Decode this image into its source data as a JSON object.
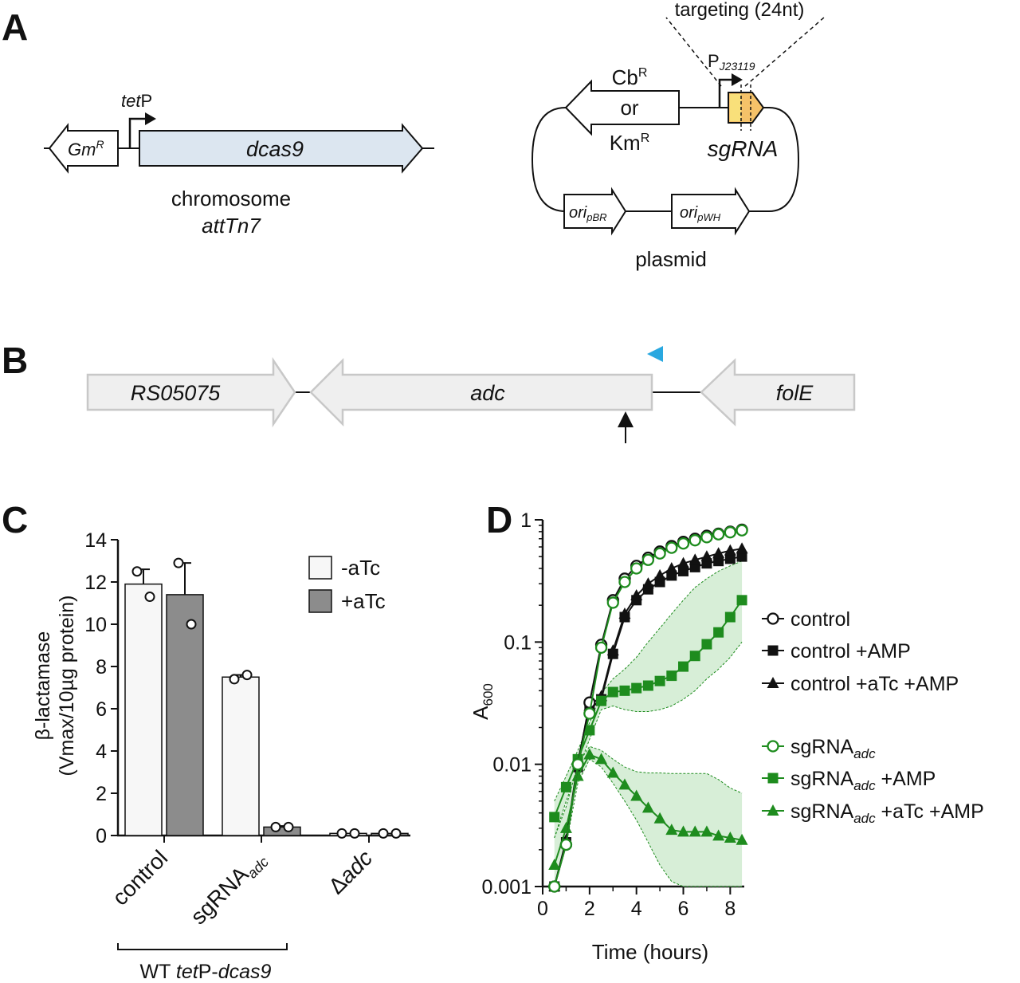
{
  "panel_letters": {
    "a": "A",
    "b": "B",
    "c": "C",
    "d": "D"
  },
  "panel_a": {
    "gm_label": "Gm",
    "gm_sup": "R",
    "promoter_prefix": "tet",
    "promoter_suffix": "P",
    "dcas9_label": "dcas9",
    "chromosome_line1": "chromosome",
    "chromosome_line2": "attTn7",
    "targeting_label": "targeting (24nt)",
    "pj_prefix": "P",
    "pj_sub": "J23119",
    "cb_label": "Cb",
    "cb_sup": "R",
    "or_label": "or",
    "km_label": "Km",
    "km_sup": "R",
    "sgrna_label": "sgRNA",
    "ori1_prefix": "ori",
    "ori1_sub": "pBR",
    "ori2_prefix": "ori",
    "ori2_sub": "pWH",
    "plasmid_label": "plasmid",
    "colors": {
      "dcas9_fill": "#dce6f0",
      "sgrna_fill": "#f5c269"
    }
  },
  "panel_b": {
    "genes": [
      "RS05075",
      "adc",
      "folE"
    ],
    "colors": {
      "gene_fill": "#efefef",
      "gene_stroke": "#c8c8c8",
      "primer_marker": "#29a8e0"
    }
  },
  "chart_data": [
    {
      "id": "C",
      "type": "bar",
      "ylabel_line1": "β-lactamase",
      "ylabel_line2": "(Vmax/10µg protein)",
      "ylim": [
        0,
        14
      ],
      "yticks": [
        "0",
        "2",
        "4",
        "6",
        "8",
        "10",
        "12",
        "14"
      ],
      "categories": [
        "control",
        "sgRNA",
        "Δadc"
      ],
      "category_subscript": {
        "sgRNA": "adc"
      },
      "group_label_prefix": "WT ",
      "group_label_italic": "tet",
      "group_label_mid": "P-",
      "group_label_italic2": "dcas9",
      "series": [
        {
          "name": "-aTc",
          "color": "#f7f7f7",
          "values": [
            11.9,
            7.5,
            0.1
          ],
          "errors": [
            0.7,
            0.1,
            0.0
          ],
          "replicates": [
            [
              12.5,
              11.3
            ],
            [
              7.4,
              7.6
            ],
            [
              0.1,
              0.1
            ]
          ]
        },
        {
          "name": "+aTc",
          "color": "#8c8c8c",
          "values": [
            11.4,
            0.4,
            0.1
          ],
          "errors": [
            1.5,
            0.05,
            0.0
          ],
          "replicates": [
            [
              12.9,
              10.0
            ],
            [
              0.4,
              0.4
            ],
            [
              0.1,
              0.1
            ]
          ]
        }
      ],
      "legend": "top-right"
    },
    {
      "id": "D",
      "type": "line",
      "yscale": "log",
      "ylabel_prefix": "A",
      "ylabel_sub": "600",
      "xlabel": "Time (hours)",
      "xlim": [
        0,
        8.6
      ],
      "ylim": [
        0.001,
        1
      ],
      "xticks": [
        "0",
        "2",
        "4",
        "6",
        "8"
      ],
      "yticks": [
        "0.001",
        "0.01",
        "0.1",
        "1"
      ],
      "series": [
        {
          "name": "control",
          "marker": "open-circle",
          "color": "#111111",
          "x": [
            0.5,
            1,
            1.5,
            2,
            2.5,
            3,
            3.5,
            4,
            4.5,
            5,
            5.5,
            6,
            6.5,
            7,
            7.5,
            8,
            8.5
          ],
          "y": [
            0.001,
            0.0022,
            0.01,
            0.032,
            0.095,
            0.22,
            0.33,
            0.42,
            0.49,
            0.55,
            0.61,
            0.66,
            0.7,
            0.74,
            0.77,
            0.8,
            0.83
          ]
        },
        {
          "name": "control +AMP",
          "marker": "square",
          "color": "#111111",
          "x": [
            0.5,
            1,
            1.5,
            2,
            2.5,
            3,
            3.5,
            4,
            4.5,
            5,
            5.5,
            6,
            6.5,
            7,
            7.5,
            8,
            8.5
          ],
          "y": [
            0.001,
            0.0023,
            0.0095,
            0.028,
            0.034,
            0.08,
            0.16,
            0.22,
            0.27,
            0.31,
            0.35,
            0.38,
            0.41,
            0.44,
            0.46,
            0.48,
            0.5
          ]
        },
        {
          "name": "control +aTc +AMP",
          "marker": "triangle",
          "color": "#111111",
          "x": [
            0.5,
            1,
            1.5,
            2,
            2.5,
            3,
            3.5,
            4,
            4.5,
            5,
            5.5,
            6,
            6.5,
            7,
            7.5,
            8,
            8.5
          ],
          "y": [
            0.001,
            0.0024,
            0.0105,
            0.03,
            0.036,
            0.085,
            0.17,
            0.24,
            0.3,
            0.35,
            0.4,
            0.44,
            0.47,
            0.5,
            0.53,
            0.56,
            0.58
          ]
        },
        {
          "name": "sgRNA",
          "name_sub": "adc",
          "marker": "open-circle",
          "color": "#1e8c1e",
          "x": [
            0.5,
            1,
            1.5,
            2,
            2.5,
            3,
            3.5,
            4,
            4.5,
            5,
            5.5,
            6,
            6.5,
            7,
            7.5,
            8,
            8.5
          ],
          "y": [
            0.001,
            0.0022,
            0.01,
            0.026,
            0.09,
            0.21,
            0.31,
            0.4,
            0.47,
            0.53,
            0.59,
            0.64,
            0.68,
            0.72,
            0.76,
            0.79,
            0.82
          ]
        },
        {
          "name": "sgRNA",
          "name_sub": "adc",
          "name_suffix": " +AMP",
          "marker": "square",
          "color": "#1e8c1e",
          "x": [
            0.5,
            1,
            1.5,
            2,
            2.5,
            3,
            3.5,
            4,
            4.5,
            5,
            5.5,
            6,
            6.5,
            7,
            7.5,
            8,
            8.5
          ],
          "y": [
            0.0037,
            0.0065,
            0.011,
            0.019,
            0.033,
            0.039,
            0.04,
            0.042,
            0.044,
            0.048,
            0.053,
            0.063,
            0.077,
            0.096,
            0.12,
            0.16,
            0.22
          ],
          "band_lower": [
            0.0025,
            0.005,
            0.009,
            0.016,
            0.028,
            0.03,
            0.028,
            0.027,
            0.027,
            0.028,
            0.03,
            0.034,
            0.04,
            0.05,
            0.06,
            0.075,
            0.1
          ],
          "band_upper": [
            0.005,
            0.008,
            0.013,
            0.022,
            0.038,
            0.05,
            0.06,
            0.075,
            0.1,
            0.13,
            0.17,
            0.22,
            0.28,
            0.33,
            0.38,
            0.42,
            0.46
          ]
        },
        {
          "name": "sgRNA",
          "name_sub": "adc",
          "name_suffix": " +aTc +AMP",
          "marker": "triangle",
          "color": "#1e8c1e",
          "x": [
            0.5,
            1,
            1.5,
            2,
            2.5,
            3,
            3.5,
            4,
            4.5,
            5,
            5.5,
            6,
            6.5,
            7,
            7.5,
            8,
            8.5
          ],
          "y": [
            0.0015,
            0.003,
            0.008,
            0.012,
            0.011,
            0.0085,
            0.0068,
            0.0055,
            0.0044,
            0.0036,
            0.0029,
            0.0028,
            0.0028,
            0.0028,
            0.0026,
            0.0025,
            0.0024
          ],
          "band_lower": [
            0.001,
            0.0022,
            0.007,
            0.011,
            0.0095,
            0.007,
            0.005,
            0.0035,
            0.0023,
            0.0015,
            0.0011,
            0.001,
            0.001,
            0.001,
            0.001,
            0.001,
            0.001
          ],
          "band_upper": [
            0.0025,
            0.0045,
            0.01,
            0.014,
            0.013,
            0.011,
            0.0095,
            0.0087,
            0.0085,
            0.0085,
            0.0084,
            0.0084,
            0.0084,
            0.0084,
            0.0075,
            0.0064,
            0.0058
          ]
        }
      ],
      "band_color": "#c9e8c9",
      "legend": "right"
    }
  ]
}
